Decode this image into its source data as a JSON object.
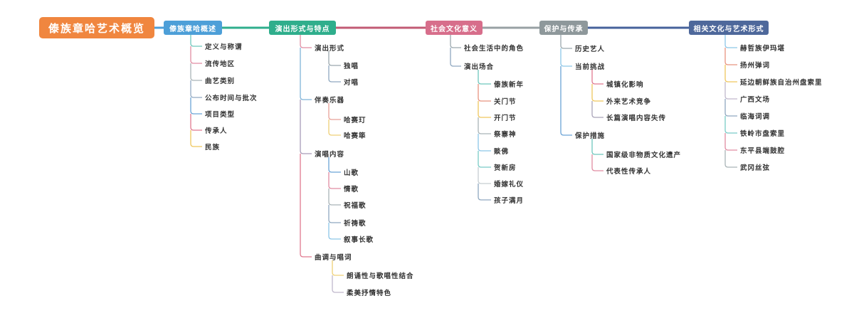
{
  "root": {
    "label": "傣族章哈艺术概览"
  },
  "colors": {
    "root": "#F0863F",
    "branch_overview": "#4D9FD8",
    "branch_performance": "#2FAE8C",
    "branch_social": "#D76E8B",
    "branch_protection": "#8E989B",
    "branch_related": "#4E689B",
    "link_overview": "#4D9FD8",
    "link_performance": "#2FAE8C",
    "link_social": "#C25B74",
    "link_protection": "#98A1A4",
    "link_related": "#46629B",
    "leaf_text": "#333333"
  },
  "branches": [
    {
      "label": "傣族章哈概述",
      "children": [
        {
          "label": "定义与称谓"
        },
        {
          "label": "流传地区"
        },
        {
          "label": "曲艺类别"
        },
        {
          "label": "公布时间与批次"
        },
        {
          "label": "项目类型"
        },
        {
          "label": "传承人"
        },
        {
          "label": "民族"
        }
      ]
    },
    {
      "label": "演出形式与特点",
      "children": [
        {
          "label": "演出形式",
          "children": [
            {
              "label": "独唱"
            },
            {
              "label": "对唱"
            }
          ]
        },
        {
          "label": "伴奏乐器",
          "children": [
            {
              "label": "哈赛玎"
            },
            {
              "label": "哈赛筚"
            }
          ]
        },
        {
          "label": "演唱内容",
          "children": [
            {
              "label": "山歌"
            },
            {
              "label": "情歌"
            },
            {
              "label": "祝福歌"
            },
            {
              "label": "祈祷歌"
            },
            {
              "label": "叙事长歌"
            }
          ]
        },
        {
          "label": "曲调与唱词",
          "children": [
            {
              "label": "朗诵性与歌唱性结合"
            },
            {
              "label": "柔美抒情特色"
            }
          ]
        }
      ]
    },
    {
      "label": "社会文化意义",
      "children": [
        {
          "label": "社会生活中的角色"
        },
        {
          "label": "演出场合",
          "children": [
            {
              "label": "傣族新年"
            },
            {
              "label": "关门节"
            },
            {
              "label": "开门节"
            },
            {
              "label": "祭寨神"
            },
            {
              "label": "赕佛"
            },
            {
              "label": "贺新房"
            },
            {
              "label": "婚嫁礼仪"
            },
            {
              "label": "孩子满月"
            }
          ]
        }
      ]
    },
    {
      "label": "保护与传承",
      "children": [
        {
          "label": "历史艺人"
        },
        {
          "label": "当前挑战",
          "children": [
            {
              "label": "城镇化影响"
            },
            {
              "label": "外来艺术竞争"
            },
            {
              "label": "长篇演唱内容失传"
            }
          ]
        },
        {
          "label": "保护措施",
          "children": [
            {
              "label": "国家级非物质文化遗产"
            },
            {
              "label": "代表性传承人"
            }
          ]
        }
      ]
    },
    {
      "label": "相关文化与艺术形式",
      "children": [
        {
          "label": "赫哲族伊玛堪"
        },
        {
          "label": "扬州弹词"
        },
        {
          "label": "延边朝鲜族自治州盘索里"
        },
        {
          "label": "广西文场"
        },
        {
          "label": "临海词调"
        },
        {
          "label": "铁岭市盘索里"
        },
        {
          "label": "东平县端鼓腔"
        },
        {
          "label": "武冈丝弦"
        }
      ]
    }
  ]
}
